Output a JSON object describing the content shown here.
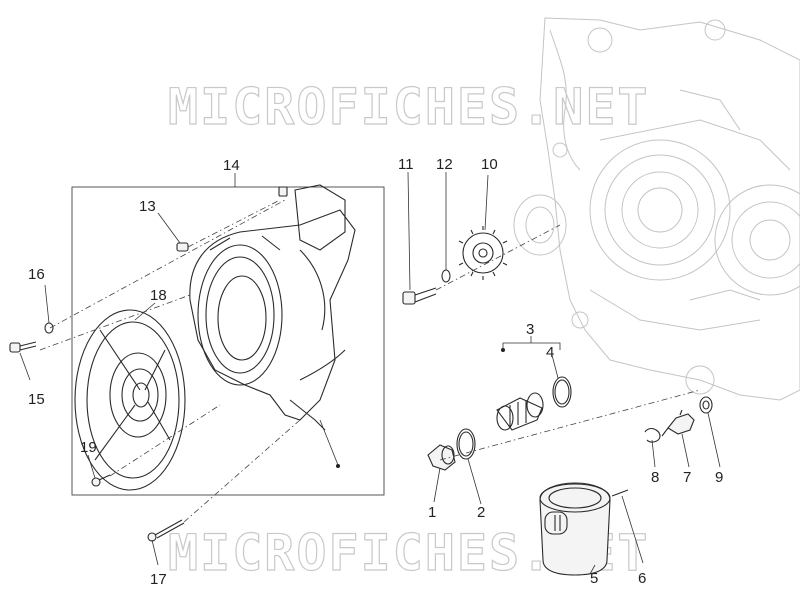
{
  "watermarks": [
    "MICROFICHES.NET",
    "MICROFICHES.NET"
  ],
  "callouts": {
    "c1": "1",
    "c2": "2",
    "c3": "3",
    "c4": "4",
    "c5": "5",
    "c6": "6",
    "c7": "7",
    "c8": "8",
    "c9": "9",
    "c10": "10",
    "c11": "11",
    "c12": "12",
    "c13": "13",
    "c14": "14",
    "c15": "15",
    "c16": "16",
    "c17": "17",
    "c18": "18",
    "c19": "19"
  }
}
